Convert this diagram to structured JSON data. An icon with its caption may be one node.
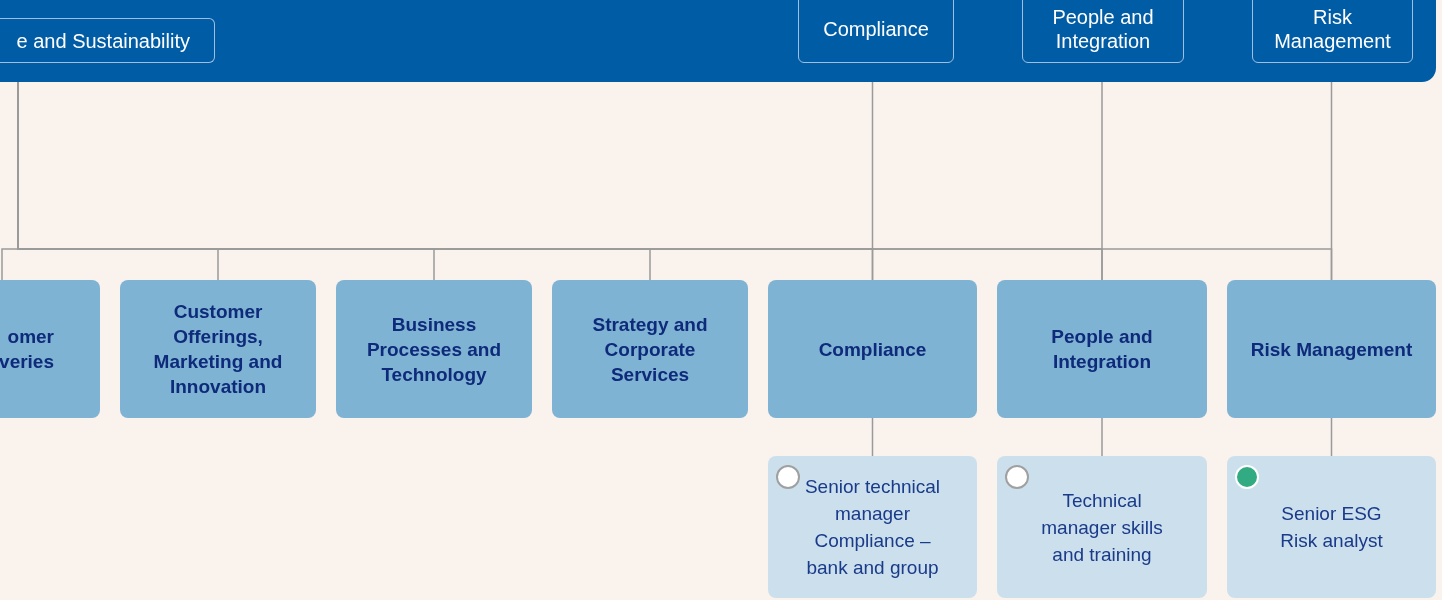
{
  "diagram": {
    "nodes": [
      {
        "text": [],
        "shape": "band"
      },
      {
        "text": [
          "e and Sustainability"
        ],
        "in": 0
      },
      {
        "text": [
          "Compliance"
        ],
        "in": 0
      },
      {
        "text": [
          "People and Integration"
        ],
        "in": 0
      },
      {
        "text": [
          "Risk Management"
        ],
        "in": 0
      },
      {
        "text": [
          "omer veries"
        ]
      },
      {
        "text": [
          "Customer Offerings, Marketing and Innovation"
        ]
      },
      {
        "text": [
          "Business Processes and Technology"
        ]
      },
      {
        "text": [
          "Strategy and Corporate Services"
        ]
      },
      {
        "text": [
          "Compliance"
        ]
      },
      {
        "text": [
          "People and Integration"
        ]
      },
      {
        "text": [
          "Risk Management"
        ]
      },
      {
        "text": [
          "Senior technical manager Compliance – bank and group"
        ]
      },
      {
        "text": [
          "Technical manager skills and training"
        ]
      },
      {
        "text": [
          "Senior ESG Risk analyst"
        ]
      }
    ],
    "edges": [
      {
        "from": 1,
        "to": 5,
        "arrow": "none"
      },
      {
        "from": 1,
        "to": 6,
        "arrow": "none"
      },
      {
        "from": 1,
        "to": 7,
        "arrow": "none"
      },
      {
        "from": 1,
        "to": 8,
        "arrow": "none"
      },
      {
        "from": 1,
        "to": 9,
        "arrow": "none"
      },
      {
        "from": 1,
        "to": 10,
        "arrow": "none"
      },
      {
        "from": 1,
        "to": 11,
        "arrow": "none"
      },
      {
        "from": 2,
        "to": 9,
        "arrow": "none"
      },
      {
        "from": 3,
        "to": 10,
        "arrow": "none"
      },
      {
        "from": 4,
        "to": 11,
        "arrow": "none"
      },
      {
        "from": 9,
        "to": 12,
        "arrow": "none"
      },
      {
        "from": 10,
        "to": 13,
        "arrow": "none"
      },
      {
        "from": 11,
        "to": 14,
        "arrow": "none"
      }
    ]
  }
}
